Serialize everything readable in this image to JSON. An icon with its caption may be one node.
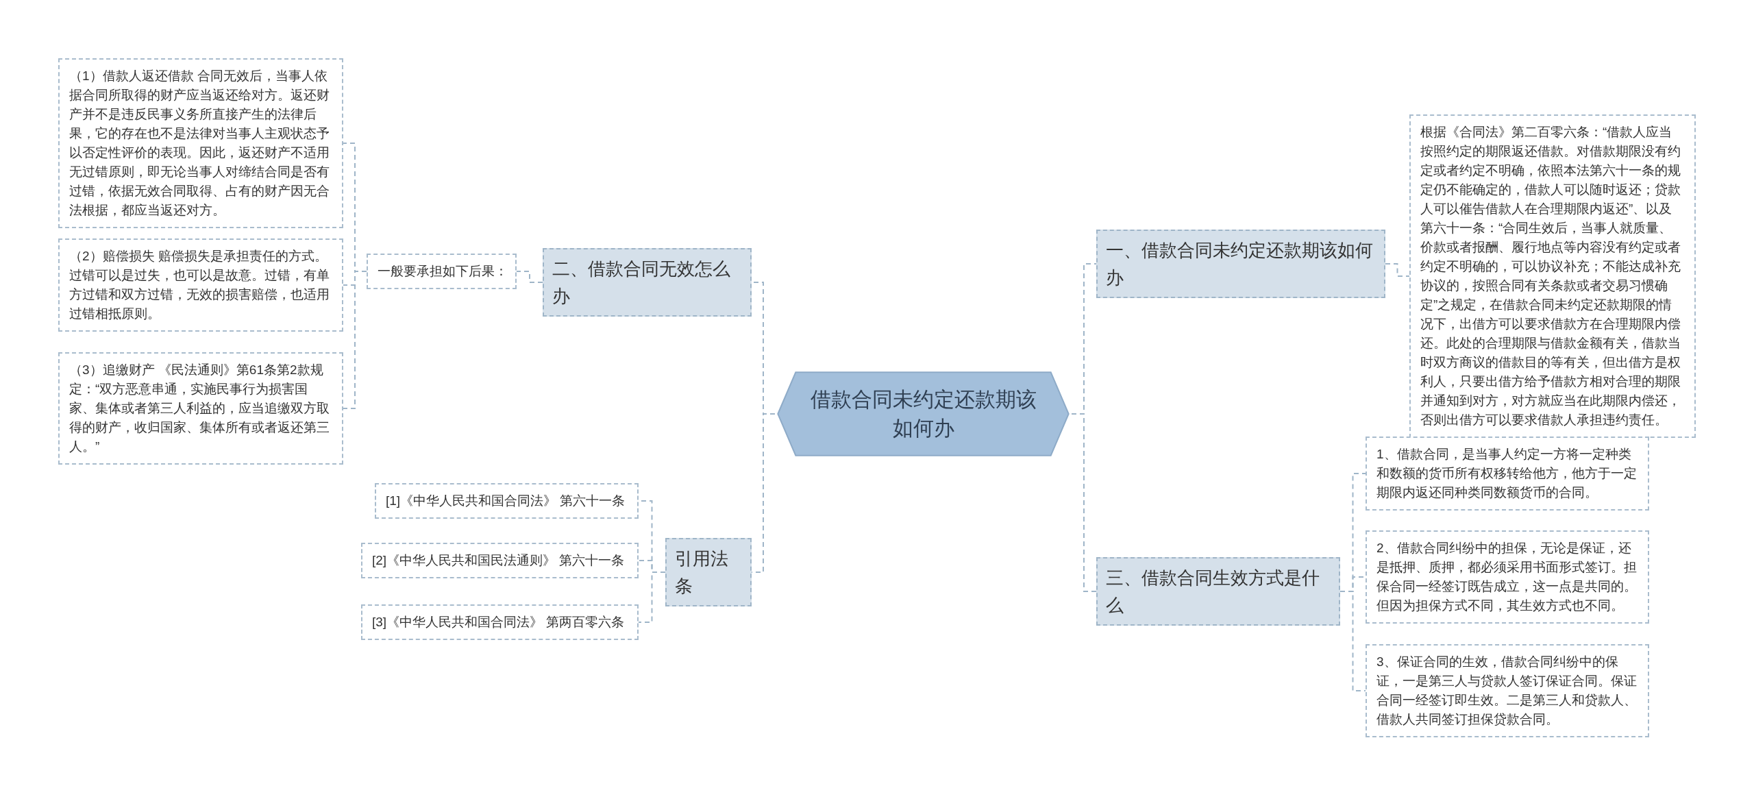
{
  "diagram": {
    "nodes": [
      {
        "text": [
          "借款合同未约定还款期该如何办"
        ]
      },
      {
        "text": [
          "一、借款合同未约定还款期该如何办"
        ]
      },
      {
        "text": [
          "根据《合同法》第二百零六条：“借款人应当按照约定的期限返还借款。对借款期限没有约定或者约定不明确，依照本法第六十一条的规定仍不能确定的，借款人可以随时返还；贷款人可以催告借款人在合理期限内返还”、以及第六十一条：“合同生效后，当事人就质量、价款或者报酬、履行地点等内容没有约定或者约定不明确的，可以协议补充；不能达成补充协议的，按照合同有关条款或者交易习惯确定”之规定，在借款合同未约定还款期限的情况下，出借方可以要求借款方在合理期限内偿还。此处的合理期限与借款金额有关，借款当时双方商议的借款目的等有关，但出借方是权利人，只要出借方给予借款方相对合理的期限并通知到对方，对方就应当在此期限内偿还，否则出借方可以要求借款人承担违约责任。"
        ]
      },
      {
        "text": [
          "三、借款合同生效方式是什么"
        ]
      },
      {
        "text": [
          "1、借款合同，是当事人约定一方将一定种类和数额的货币所有权移转给他方，他方于一定期限内返还同种类同数额货币的合同。"
        ]
      },
      {
        "text": [
          "2、借款合同纠纷中的担保，无论是保证，还是抵押、质押，都必须采用书面形式签订。担保合同一经签订既告成立，这一点是共同的。但因为担保方式不同，其生效方式也不同。"
        ]
      },
      {
        "text": [
          "3、保证合同的生效，借款合同纠纷中的保证，一是第三人与贷款人签订保证合同。保证合同一经签订即生效。二是第三人和贷款人、借款人共同签订担保贷款合同。"
        ]
      },
      {
        "text": [
          "二、借款合同无效怎么办"
        ]
      },
      {
        "text": [
          "一般要承担如下后果："
        ]
      },
      {
        "text": [
          "（1）借款人返还借款 合同无效后，当事人依据合同所取得的财产应当返还给对方。返还财产并不是违反民事义务所直接产生的法律后果，它的存在也不是法律对当事人主观状态予以否定性评价的表现。因此，返还财产不适用无过错原则，即无论当事人对缔结合同是否有过错，依据无效合同取得、占有的财产因无合法根据，都应当返还对方。"
        ]
      },
      {
        "text": [
          "（2）赔偿损失 赔偿损失是承担责任的方式。过错可以是过失，也可以是故意。过错，有单方过错和双方过错，无效的损害赔偿，也适用过错相抵原则。"
        ]
      },
      {
        "text": [
          "（3）追缴财产 《民法通则》第61条第2款规定：“双方恶意串通，实施民事行为损害国家、集体或者第三人利益的，应当追缴双方取得的财产，收归国家、集体所有或者返还第三人。”"
        ]
      },
      {
        "text": [
          "引用法条"
        ]
      },
      {
        "text": [
          "[1]《中华人民共和国合同法》 第六十一条"
        ]
      },
      {
        "text": [
          "[2]《中华人民共和国民法通则》 第六十一条"
        ]
      },
      {
        "text": [
          "[3]《中华人民共和国合同法》 第两百零六条"
        ]
      }
    ],
    "edges": [
      {
        "from": 0,
        "to": 1,
        "arrow": "none"
      },
      {
        "from": 1,
        "to": 2,
        "arrow": "none"
      },
      {
        "from": 0,
        "to": 3,
        "arrow": "none"
      },
      {
        "from": 3,
        "to": 4,
        "arrow": "none"
      },
      {
        "from": 3,
        "to": 5,
        "arrow": "none"
      },
      {
        "from": 3,
        "to": 6,
        "arrow": "none"
      },
      {
        "from": 0,
        "to": 7,
        "arrow": "none"
      },
      {
        "from": 7,
        "to": 8,
        "arrow": "none"
      },
      {
        "from": 8,
        "to": 9,
        "arrow": "none"
      },
      {
        "from": 8,
        "to": 10,
        "arrow": "none"
      },
      {
        "from": 8,
        "to": 11,
        "arrow": "none"
      },
      {
        "from": 0,
        "to": 12,
        "arrow": "none"
      },
      {
        "from": 12,
        "to": 13,
        "arrow": "none"
      },
      {
        "from": 12,
        "to": 14,
        "arrow": "none"
      },
      {
        "from": 12,
        "to": 15,
        "arrow": "none"
      }
    ]
  }
}
